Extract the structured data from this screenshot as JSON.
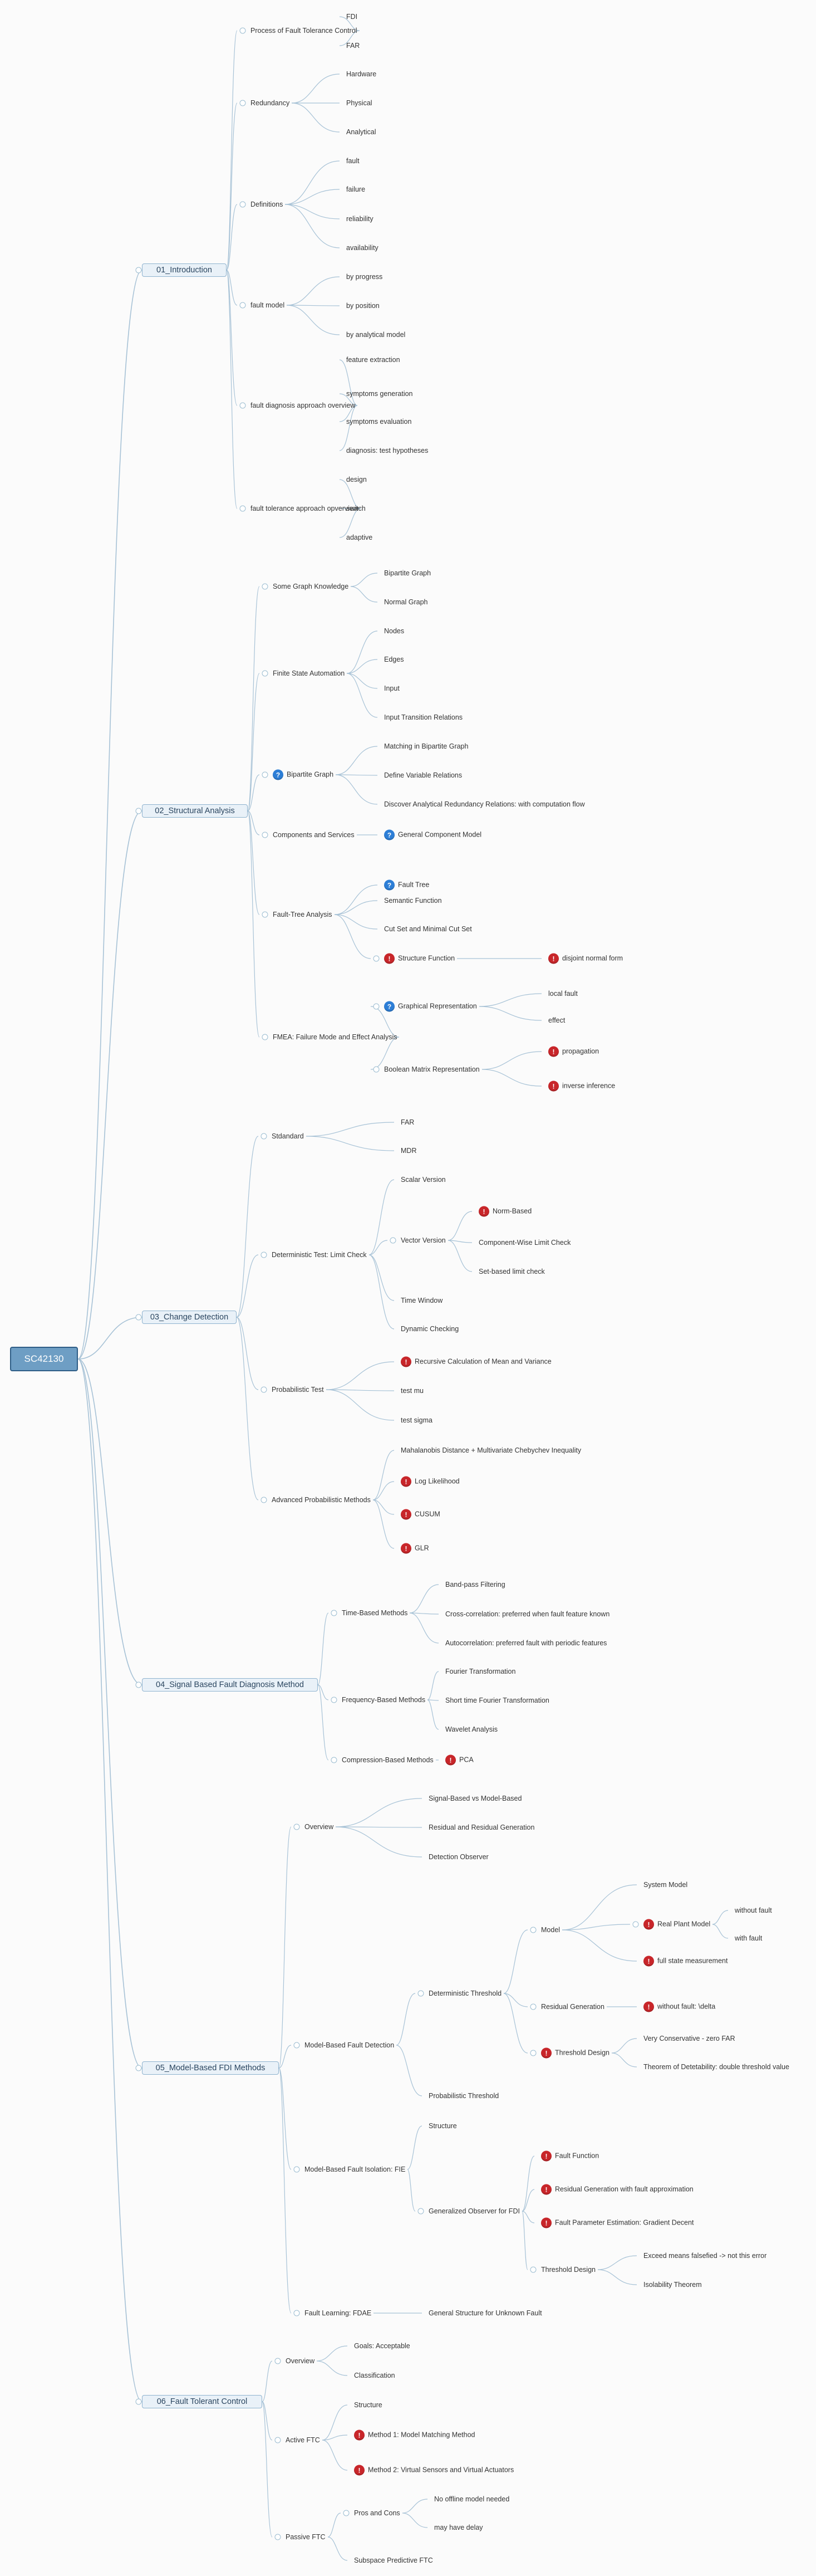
{
  "root_label": "SC42130",
  "badge_colors": {
    "red": "#c8262a",
    "blue": "#2d7ed6"
  },
  "sections": [
    {
      "label": "01_Introduction",
      "children": [
        {
          "label": "Process of Fault Tolerance Control",
          "children": [
            {
              "label": "FDI"
            },
            {
              "label": "FAR"
            }
          ]
        },
        {
          "label": "Redundancy",
          "children": [
            {
              "label": "Hardware"
            },
            {
              "label": "Physical"
            },
            {
              "label": "Analytical"
            }
          ]
        },
        {
          "label": "Definitions",
          "children": [
            {
              "label": "fault"
            },
            {
              "label": "failure"
            },
            {
              "label": "reliability"
            },
            {
              "label": "availability"
            }
          ]
        },
        {
          "label": "fault model",
          "children": [
            {
              "label": "by progress"
            },
            {
              "label": "by position"
            },
            {
              "label": "by analytical model"
            }
          ]
        },
        {
          "label": "fault diagnosis approach overview",
          "children": [
            {
              "label": "feature extraction"
            },
            {
              "label": "symptoms generation"
            },
            {
              "label": "symptoms evaluation"
            },
            {
              "label": "diagnosis: test hypotheses"
            }
          ]
        },
        {
          "label": "fault tolerance approach opverview",
          "children": [
            {
              "label": "design"
            },
            {
              "label": "switch"
            },
            {
              "label": "adaptive"
            }
          ]
        }
      ]
    },
    {
      "label": "02_Structural Analysis",
      "children": [
        {
          "label": "Some Graph Knowledge",
          "children": [
            {
              "label": "Bipartite Graph"
            },
            {
              "label": "Normal Graph"
            }
          ]
        },
        {
          "label": "Finite State Automation",
          "children": [
            {
              "label": "Nodes"
            },
            {
              "label": "Edges"
            },
            {
              "label": "Input"
            },
            {
              "label": "Input Transition Relations"
            }
          ]
        },
        {
          "label": "Bipartite Graph",
          "badge": "blue",
          "children": [
            {
              "label": "Matching in Bipartite Graph"
            },
            {
              "label": "Define Variable Relations"
            },
            {
              "label": "Discover Analytical Redundancy Relations: with computation flow"
            }
          ]
        },
        {
          "label": "Components and Services",
          "children": [
            {
              "label": "General Component Model",
              "badge": "blue"
            }
          ]
        },
        {
          "label": "Fault-Tree Analysis",
          "children": [
            {
              "label": "Fault Tree",
              "badge": "blue"
            },
            {
              "label": "Semantic Function"
            },
            {
              "label": "Cut Set and Minimal Cut Set"
            },
            {
              "label": "Structure Function",
              "badge": "red",
              "children": [
                {
                  "label": "disjoint normal form",
                  "badge": "red"
                }
              ]
            }
          ]
        },
        {
          "label": "FMEA: Failure Mode and Effect Analysis",
          "children": [
            {
              "label": "Graphical Representation",
              "badge": "blue",
              "children": [
                {
                  "label": "local fault"
                },
                {
                  "label": "effect"
                }
              ]
            },
            {
              "label": "Boolean Matrix Representation",
              "children": [
                {
                  "label": "propagation",
                  "badge": "red"
                },
                {
                  "label": "inverse inference",
                  "badge": "red"
                }
              ]
            }
          ]
        }
      ]
    },
    {
      "label": "03_Change Detection",
      "children": [
        {
          "label": "Stdandard",
          "children": [
            {
              "label": "FAR"
            },
            {
              "label": "MDR"
            }
          ]
        },
        {
          "label": "Deterministic Test: Limit Check",
          "children": [
            {
              "label": "Scalar Version"
            },
            {
              "label": "Vector Version",
              "children": [
                {
                  "label": "Norm-Based",
                  "badge": "red"
                },
                {
                  "label": "Component-Wise Limit Check"
                },
                {
                  "label": "Set-based limit check"
                }
              ]
            },
            {
              "label": "Time Window"
            },
            {
              "label": "Dynamic Checking"
            }
          ]
        },
        {
          "label": "Probabilistic Test",
          "children": [
            {
              "label": "Recursive Calculation of Mean and Variance",
              "badge": "red"
            },
            {
              "label": "test mu"
            },
            {
              "label": "test sigma"
            }
          ]
        },
        {
          "label": "Advanced Probabilistic Methods",
          "children": [
            {
              "label": "Mahalanobis Distance + Multivariate Chebychev Inequality"
            },
            {
              "label": "Log Likelihood",
              "badge": "red"
            },
            {
              "label": "CUSUM",
              "badge": "red"
            },
            {
              "label": "GLR",
              "badge": "red"
            }
          ]
        }
      ]
    },
    {
      "label": "04_Signal Based Fault Diagnosis Method",
      "children": [
        {
          "label": "Time-Based Methods",
          "children": [
            {
              "label": "Band-pass Filtering"
            },
            {
              "label": "Cross-correlation: preferred when fault feature known"
            },
            {
              "label": "Autocorrelation: preferred fault with periodic features"
            }
          ]
        },
        {
          "label": "Frequency-Based Methods",
          "children": [
            {
              "label": "Fourier Transformation"
            },
            {
              "label": "Short time Fourier Transformation"
            },
            {
              "label": "Wavelet Analysis"
            }
          ]
        },
        {
          "label": "Compression-Based Methods",
          "children": [
            {
              "label": "PCA",
              "badge": "red"
            }
          ]
        }
      ]
    },
    {
      "label": "05_Model-Based FDI Methods",
      "children": [
        {
          "label": "Overview",
          "children": [
            {
              "label": "Signal-Based vs Model-Based"
            },
            {
              "label": "Residual and Residual Generation"
            },
            {
              "label": "Detection Observer"
            }
          ]
        },
        {
          "label": "Model-Based Fault Detection",
          "children": [
            {
              "label": "Deterministic Threshold",
              "children": [
                {
                  "label": "Model",
                  "children": [
                    {
                      "label": "System Model"
                    },
                    {
                      "label": "Real Plant Model",
                      "badge": "red",
                      "children": [
                        {
                          "label": "without fault"
                        },
                        {
                          "label": "with fault"
                        }
                      ]
                    },
                    {
                      "label": "full state measurement",
                      "badge": "red"
                    }
                  ]
                },
                {
                  "label": "Residual Generation",
                  "children": [
                    {
                      "label": "without fault: \\delta",
                      "badge": "red"
                    }
                  ]
                },
                {
                  "label": "Threshold Design",
                  "badge": "red",
                  "children": [
                    {
                      "label": "Very Conservative - zero FAR"
                    },
                    {
                      "label": "Theorem of Detetability: double threshold value"
                    }
                  ]
                }
              ]
            },
            {
              "label": "Probabilistic Threshold"
            }
          ]
        },
        {
          "label": "Model-Based Fault Isolation: FIE",
          "children": [
            {
              "label": "Structure"
            },
            {
              "label": "Generalized Observer for FDI",
              "children": [
                {
                  "label": "Fault Function",
                  "badge": "red"
                },
                {
                  "label": "Residual Generation with fault approximation",
                  "badge": "red"
                },
                {
                  "label": "Fault Parameter Estimation: Gradient Decent",
                  "badge": "red"
                },
                {
                  "label": "Threshold Design",
                  "children": [
                    {
                      "label": "Exceed means falsefied -> not this error"
                    },
                    {
                      "label": "Isolability Theorem"
                    }
                  ]
                }
              ]
            }
          ]
        },
        {
          "label": "Fault Learning: FDAE",
          "children": [
            {
              "label": "General Structure for Unknown Fault"
            }
          ]
        }
      ]
    },
    {
      "label": "06_Fault Tolerant Control",
      "children": [
        {
          "label": "Overview",
          "children": [
            {
              "label": "Goals: Acceptable"
            },
            {
              "label": "Classification"
            }
          ]
        },
        {
          "label": "Active FTC",
          "children": [
            {
              "label": "Structure"
            },
            {
              "label": "Method 1: Model Matching Method",
              "badge": "red"
            },
            {
              "label": "Method 2: Virtual Sensors and Virtual Actuators",
              "badge": "red"
            }
          ]
        },
        {
          "label": "Passive FTC",
          "children": [
            {
              "label": "Pros and Cons",
              "children": [
                {
                  "label": "No offline model needed"
                },
                {
                  "label": "may have delay"
                }
              ]
            },
            {
              "label": "Subspace Predictive FTC"
            }
          ]
        }
      ]
    }
  ]
}
